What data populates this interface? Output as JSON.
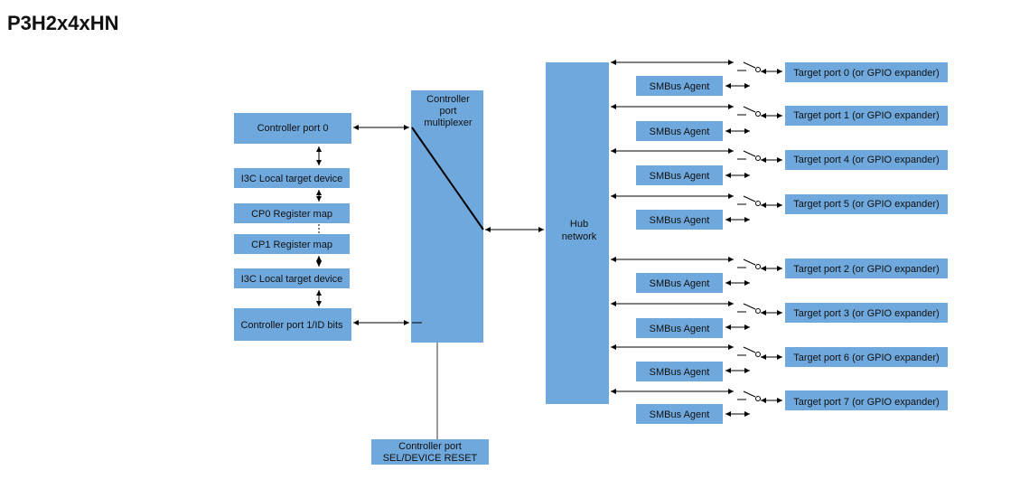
{
  "title": "P3H2x4xHN",
  "left_blocks": {
    "controller_port_0": "Controller port 0",
    "local_target_top": "I3C Local target device",
    "cp0_register_map": "CP0 Register map",
    "cp1_register_map": "CP1 Register map",
    "local_target_bottom": "I3C Local target device",
    "controller_port_1": "Controller port 1/ID bits"
  },
  "mux": [
    "Controller",
    "port",
    "multiplexer"
  ],
  "sel_reset": [
    "Controller port",
    "SEL/DEVICE RESET"
  ],
  "hub": [
    "Hub",
    "network"
  ],
  "smbus_label": "SMBus Agent",
  "target_ports": [
    "Target port 0 (or GPIO expander)",
    "Target port 1 (or GPIO expander)",
    "Target port 4 (or GPIO expander)",
    "Target port 5 (or GPIO expander)",
    "Target port 2 (or GPIO expander)",
    "Target port 3 (or GPIO expander)",
    "Target port 6 (or GPIO expander)",
    "Target port 7 (or GPIO expander)"
  ]
}
